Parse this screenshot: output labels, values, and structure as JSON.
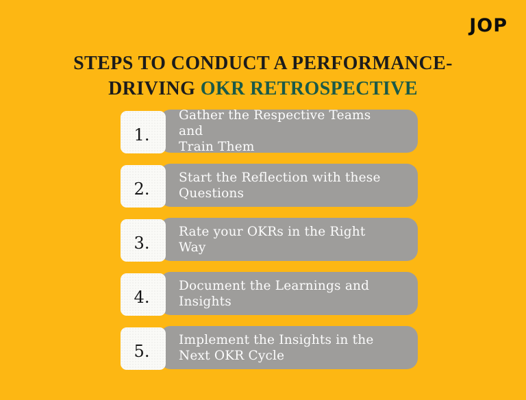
{
  "logo": {
    "text": "JOP"
  },
  "title": {
    "line1": "STEPS TO CONDUCT A PERFORMANCE-",
    "line2_dark": "DRIVING ",
    "line2_green": "OKR RETROSPECTIVE"
  },
  "steps": [
    {
      "number": "1.",
      "text": "Gather the Respective Teams and\nTrain Them"
    },
    {
      "number": "2.",
      "text": "Start the Reflection with these\nQuestions"
    },
    {
      "number": "3.",
      "text": "Rate your OKRs in the Right Way"
    },
    {
      "number": "4.",
      "text": "Document the Learnings and\nInsights"
    },
    {
      "number": "5.",
      "text": "Implement the Insights in the\nNext OKR Cycle"
    }
  ],
  "colors": {
    "background": "#fdb713",
    "title_dark": "#1c1c1c",
    "title_green": "#1a5a48",
    "step_pill_gray": "#9e9d9b",
    "number_tab_white": "#fafaf7",
    "step_text": "#fcfcfc",
    "logo_black": "#0d0d0d"
  }
}
